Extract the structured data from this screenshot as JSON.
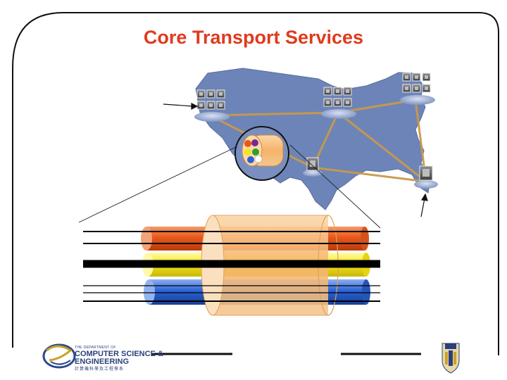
{
  "slide": {
    "title": "Core Transport Services",
    "title_color": "#e03a1e"
  },
  "footer": {
    "dept_small": "THE DEPARTMENT OF",
    "dept_line1": "COMPUTER SCIENCE &",
    "dept_line2": "ENGINEERING",
    "dept_chinese": "計算機科學及工程學系"
  },
  "colors": {
    "map_fill": "#6d84b8",
    "fiber_orange": "#e8581a",
    "fiber_yellow": "#f5e619",
    "fiber_blue": "#2a62d6",
    "sheath": "#f6b36a",
    "link": "#c89a4a"
  },
  "icons": [
    "router-node-icon",
    "fiber-cable-icon",
    "university-crest-icon",
    "department-logo-icon"
  ]
}
